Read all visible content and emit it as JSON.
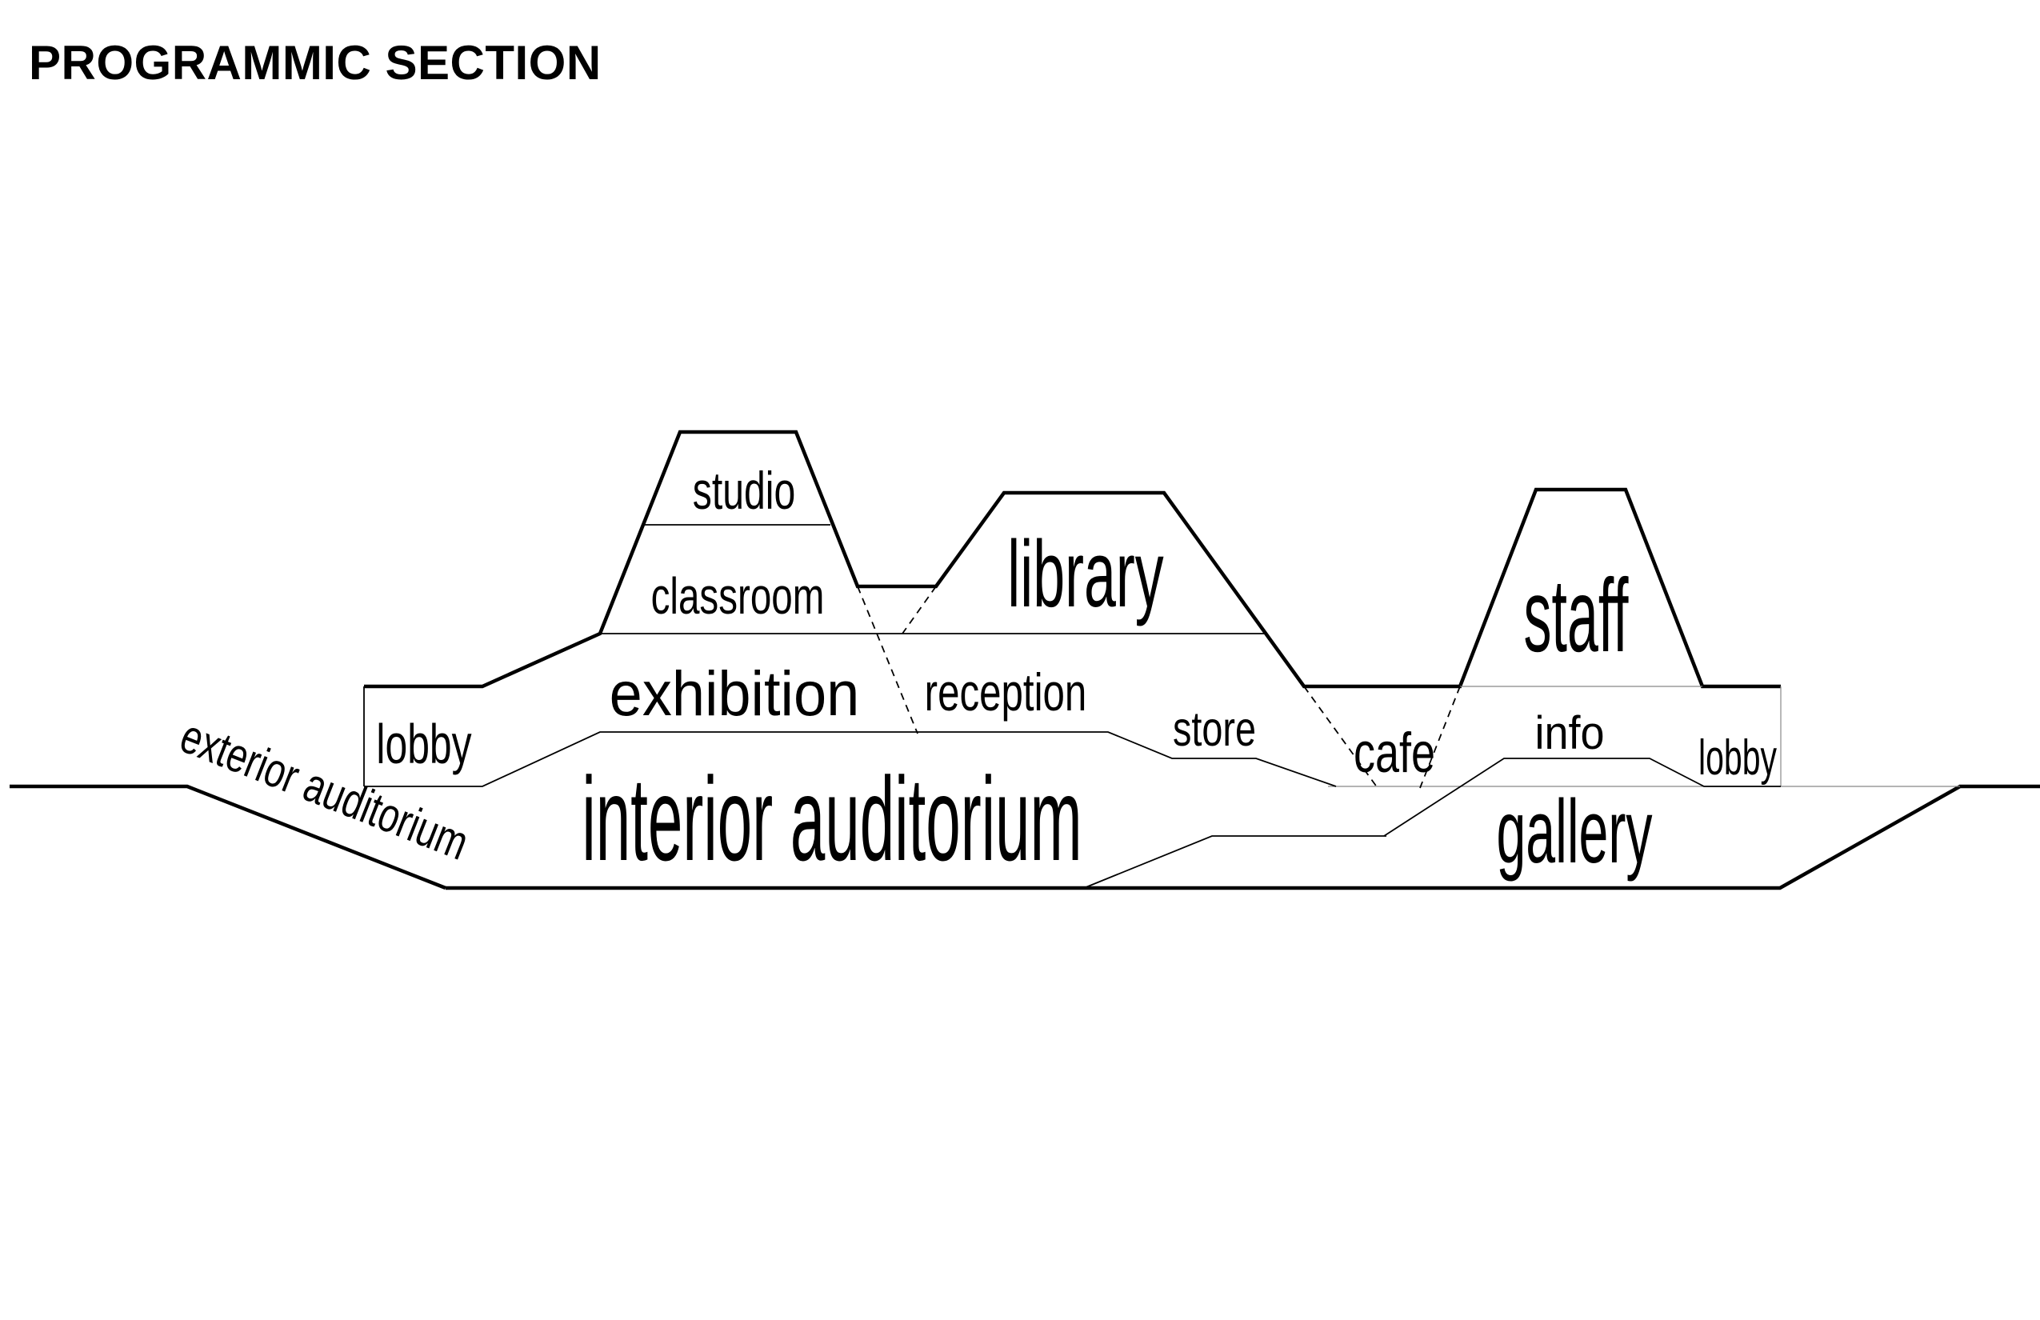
{
  "title": "PROGRAMMIC SECTION",
  "colors": {
    "ink": "#000000",
    "background": "#ffffff",
    "hairline": "#888888"
  },
  "labels": {
    "studio": "studio",
    "classroom": "classroom",
    "library": "library",
    "staff": "staff",
    "exhibition": "exhibition",
    "reception": "reception",
    "lobby_left": "lobby",
    "store": "store",
    "cafe": "cafe",
    "info": "info",
    "lobby_right": "lobby",
    "exterior_auditorium": "exterior auditorium",
    "interior_auditorium": "interior auditorium",
    "gallery": "gallery"
  }
}
